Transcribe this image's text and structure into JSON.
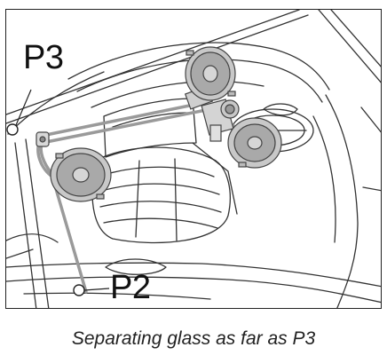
{
  "figure": {
    "callouts": {
      "p3": "P3",
      "p2": "P2"
    },
    "caption": "Separating glass as far as P3"
  },
  "colors": {
    "line_art": "#333333",
    "speaker_cone": "#a9a9a9",
    "speaker_rim": "#c8c8c8",
    "cable": "#9a9a9a"
  }
}
